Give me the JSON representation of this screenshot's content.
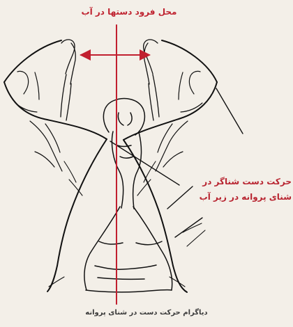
{
  "diagram": {
    "top_label": "محل فرود دستها در آب",
    "side_label_line1": "حرکت دست شناگر در",
    "side_label_line2": "شنای پروانه در زیر آب",
    "bottom_label": "دیاگرام حرکت دست در شنای پروانه"
  },
  "colors": {
    "background": "#f3efe8",
    "ink": "#111111",
    "accent": "#c11f2f"
  }
}
